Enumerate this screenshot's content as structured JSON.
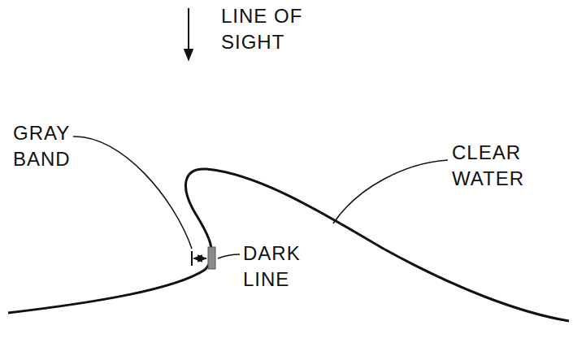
{
  "diagram": {
    "labels": [
      "LINE OF SIGHT",
      "GRAY BAND",
      "DARK LINE",
      "CLEAR WATER"
    ]
  }
}
